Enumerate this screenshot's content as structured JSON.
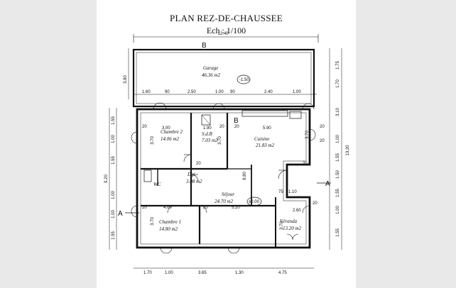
{
  "title": "PLAN REZ-DE-CHAUSSEE",
  "scale": "Ech : 1/100",
  "rooms": [
    {
      "id": "garage",
      "name": "Garage",
      "area": "46.36 m2"
    },
    {
      "id": "chambre2",
      "name": "Chambre 2",
      "area": "14.06 m2"
    },
    {
      "id": "sdb",
      "name": "S.d.B",
      "area": "7.03 m2"
    },
    {
      "id": "cuisine",
      "name": "Cuisine",
      "area": "21.83 m2"
    },
    {
      "id": "dgt",
      "name": "Dgt.",
      "area": "3.08 m2"
    },
    {
      "id": "wc",
      "name": "WC"
    },
    {
      "id": "sejour",
      "name": "Séjour",
      "area": "24.70 m2"
    },
    {
      "id": "chambre1",
      "name": "Chambre 1",
      "area": "14.80 m2"
    },
    {
      "id": "veranda",
      "name": "Véranda",
      "area": "13.20 m2"
    }
  ],
  "levels": {
    "garage": "-1.50",
    "sejour": "±0.00"
  },
  "section_marks": {
    "a": "A",
    "b": "B"
  },
  "dims": {
    "top_total": "12.40",
    "top_row": [
      "1.60",
      "90",
      "2.50",
      "1.00",
      "90",
      "2.40",
      "1.00"
    ],
    "bottom_row": [
      "1.70",
      "1.00",
      "3.65",
      "1.30",
      "4.75"
    ],
    "left_total": "9.20",
    "left_row": [
      "1.55",
      "1.00",
      "1.55",
      "1.00",
      "1.00",
      "1.55"
    ],
    "right_total": "13.20",
    "right_row": [
      "1.75",
      "1.70",
      "3.10",
      "1.00",
      "1.55",
      "1.50",
      "1.55",
      "1.00",
      "1.55"
    ],
    "garage_height": "3.80",
    "inner": [
      "3.00",
      "1.90",
      "5.90",
      "3.70",
      "3.70",
      "8.80",
      "3.70",
      "4.00",
      "5.20",
      "3.70",
      "1.10",
      "75",
      "2.60",
      "3.70",
      "20",
      "20",
      "20",
      "20",
      "20",
      "20",
      "20",
      "20",
      "20",
      "20"
    ]
  }
}
